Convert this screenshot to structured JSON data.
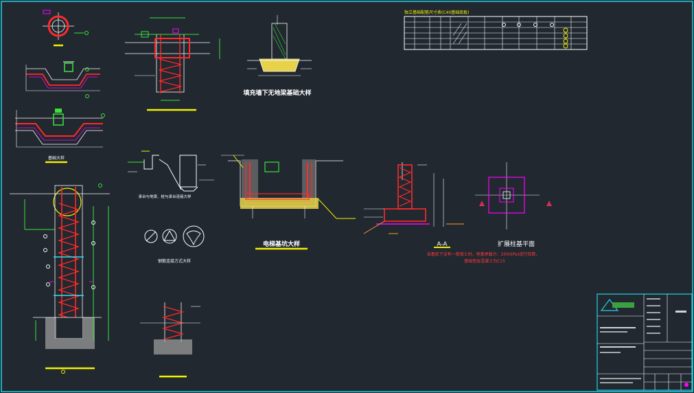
{
  "colors": {
    "background": "#212830",
    "frame": "#23d3e6",
    "line": "#ffffff",
    "rebar": "#ff2a2a",
    "yellow": "#f2f200",
    "green": "#3ce23c",
    "magenta": "#ff00ff",
    "orange": "#ff9a2a",
    "cyan": "#30e0f0",
    "red_note": "#ff3a3a"
  },
  "labels": {
    "detail_fill_wall": "填充墙下无地梁基础大样",
    "detail_elevator_pit": "电梯基坑大样",
    "section_aa": "A-A",
    "plan_footing": "扩展柱基平面",
    "table_title": "独立基础配筋尺寸表(C40基础底板)",
    "note_small_1": "基础大样",
    "note_small_2": "承台与地梁、桩与承台连接大样",
    "note_small_3": "钢筋连接方式大样",
    "note_red_1": "当基底下设有一般填土时，地基承载力：200(kPa)进行验算，",
    "note_red_2": "基础垫层混凝土为C15",
    "section_marker": "A"
  }
}
